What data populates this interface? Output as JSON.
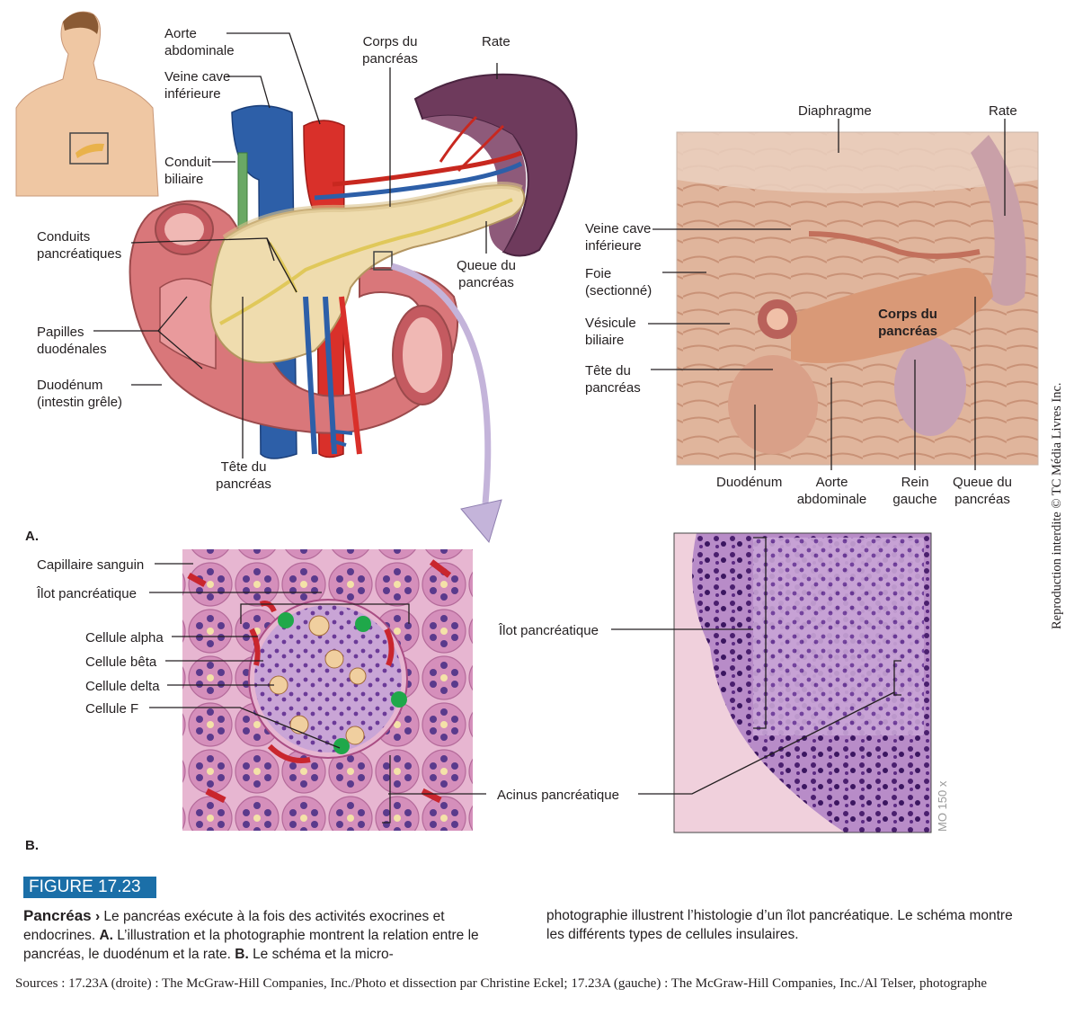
{
  "panelA": {
    "letter": "A.",
    "illustration_labels": {
      "aorte": "Aorte\nabdominale",
      "veine_cave": "Veine cave\ninférieure",
      "conduit_biliaire": "Conduit\nbiliaire",
      "conduits_pancreatiques": "Conduits\npancréatiques",
      "papilles": "Papilles\nduodénales",
      "duodenum": "Duodénum\n(intestin grêle)",
      "tete": "Tête du\npancréas",
      "corps": "Corps du\npancréas",
      "rate": "Rate",
      "queue": "Queue du\npancréas"
    },
    "photo_labels": {
      "diaphragme": "Diaphragme",
      "rate": "Rate",
      "veine_cave": "Veine cave\ninférieure",
      "foie": "Foie\n(sectionné)",
      "vesicule": "Vésicule\nbiliaire",
      "tete": "Tête du\npancréas",
      "corps": "Corps du\npancréas",
      "duodenum": "Duodénum",
      "aorte": "Aorte\nabdominale",
      "rein": "Rein\ngauche",
      "queue": "Queue du\npancréas"
    }
  },
  "panelB": {
    "letter": "B.",
    "schema_labels": {
      "capillaire": "Capillaire sanguin",
      "ilot": "Îlot pancréatique",
      "alpha": "Cellule alpha",
      "beta": "Cellule bêta",
      "delta": "Cellule delta",
      "f": "Cellule F",
      "acinus": "Acinus pancréatique"
    },
    "micro_labels": {
      "ilot": "Îlot pancréatique",
      "magnification": "MO 150 x"
    }
  },
  "copyright": "Reproduction interdite © TC Média Livres Inc.",
  "figure": {
    "tag": "FIGURE 17.23",
    "title": "Pancréas",
    "arrow": "›",
    "text_col1": "Le pancréas exécute à la fois des activités exocrines et endocrines.",
    "a_marker": "A.",
    "text_a": "L’illustration et la photographie montrent la relation entre le pancréas, le duodénum et la rate.",
    "b_marker": "B.",
    "text_b1": "Le schéma et la micro-",
    "text_col2": "photographie illustrent l’histologie d’un îlot pancréatique. Le schéma montre les différents types de cellules insulaires."
  },
  "sources": "Sources : 17.23A (droite) : The McGraw-Hill Companies, Inc./Photo et dissection par Christine Eckel; 17.23A (gauche) : The McGraw-Hill Companies, Inc./Al Telser, photographe",
  "colors": {
    "figure_tag": "#1b6fa8",
    "aorta": "#d9302a",
    "vena_cava": "#2d5fa8",
    "pancreas": "#efdcae",
    "duodenum": "#d9777a",
    "spleen": "#6e3a5c",
    "histology_pink": "#d99ac0",
    "alpha_cell_green": "#1fa84a"
  }
}
